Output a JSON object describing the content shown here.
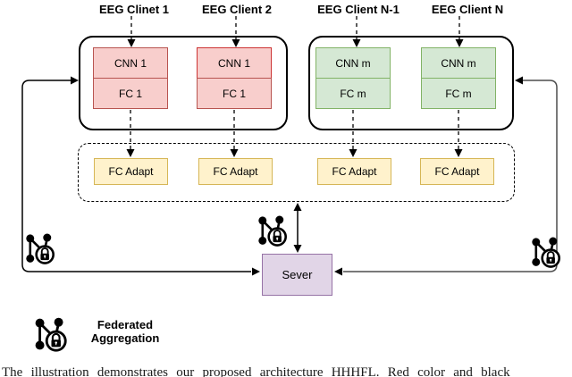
{
  "diagram": {
    "client_labels": [
      {
        "label": "EEG Clinet 1"
      },
      {
        "label": "EEG Client 2"
      },
      {
        "label": "EEG Client N-1"
      },
      {
        "label": "EEG Client N"
      }
    ],
    "client_stacks": [
      {
        "top": "CNN 1",
        "bottom": "FC 1",
        "theme": "red"
      },
      {
        "top": "CNN 1",
        "bottom": "FC 1",
        "theme": "red"
      },
      {
        "top": "CNN m",
        "bottom": "FC m",
        "theme": "green"
      },
      {
        "top": "CNN m",
        "bottom": "FC m",
        "theme": "green"
      }
    ],
    "adapt_blocks": [
      {
        "label": "FC Adapt"
      },
      {
        "label": "FC Adapt"
      },
      {
        "label": "FC Adapt"
      },
      {
        "label": "FC Adapt"
      }
    ],
    "server_label": "Sever",
    "legend": {
      "line1": "Federated",
      "line2": "Aggregation"
    },
    "caption": "The illustration demonstrates our proposed architecture HHHFL. Red color and black"
  },
  "colors": {
    "client_red_fill": "#F8CECC",
    "client_red_border": "#B85450",
    "client_green_fill": "#D5E8D4",
    "client_green_border": "#82B366",
    "adapt_fill": "#FFF2CC",
    "adapt_border": "#D6B656",
    "server_fill": "#E1D5E7",
    "server_border": "#9673A6",
    "line": "#000000"
  }
}
